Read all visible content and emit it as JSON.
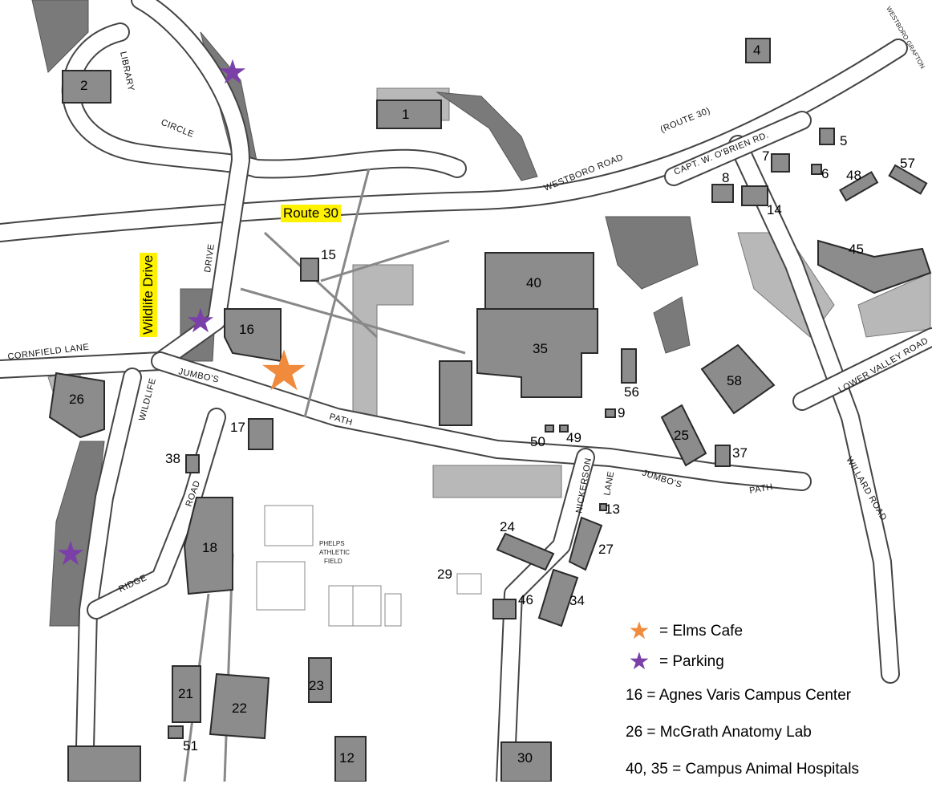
{
  "highlights": {
    "route_30": "Route 30",
    "wildlife_drive": "Wildlife Drive"
  },
  "road_labels": {
    "library": "LIBRARY",
    "circle": "CIRCLE",
    "westboro_road": "WESTBORO ROAD",
    "route_30_paren": "(ROUTE 30)",
    "obrien": "CAPT. W. O'BRIEN RD.",
    "westboro_grafton": "WESTBORO GRAFTON",
    "drive": "DRIVE",
    "cornfield_lane": "CORNFIELD LANE",
    "jumbos_1": "JUMBO'S",
    "path_1": "PATH",
    "wildlife": "WILDLIFE",
    "road_1": "ROAD",
    "ridge": "RIDGE",
    "nickerson": "NICKERSON",
    "lane": "LANE",
    "jumbos_2": "JUMBO'S",
    "path_2": "PATH",
    "willard_road": "WILLARD ROAD",
    "lower_valley_road": "LOWER VALLEY ROAD",
    "phelps_field": "PHELPS",
    "athletic": "ATHLETIC",
    "field": "FIELD"
  },
  "buildings": {
    "b1": "1",
    "b2": "2",
    "b4": "4",
    "b5": "5",
    "b6": "6",
    "b7": "7",
    "b8": "8",
    "b9": "9",
    "b12": "12",
    "b13": "13",
    "b14": "14",
    "b15": "15",
    "b16": "16",
    "b17": "17",
    "b18": "18",
    "b21": "21",
    "b22": "22",
    "b23": "23",
    "b24": "24",
    "b25": "25",
    "b26": "26",
    "b27": "27",
    "b29": "29",
    "b30": "30",
    "b34": "34",
    "b35": "35",
    "b37": "37",
    "b38": "38",
    "b40": "40",
    "b45": "45",
    "b46": "46",
    "b48": "48",
    "b49": "49",
    "b50": "50",
    "b51": "51",
    "b56": "56",
    "b57": "57",
    "b58": "58"
  },
  "legend": {
    "elms_cafe": "= Elms Cafe",
    "parking": "= Parking",
    "item_16": "16 = Agnes Varis Campus Center",
    "item_26": "26 = McGrath Anatomy Lab",
    "item_40_35": "40, 35 = Campus Animal Hospitals"
  },
  "colors": {
    "elms_cafe_star": "#f08a3c",
    "parking_star": "#7b3fa8",
    "highlight": "#fff200",
    "building": "#8c8c8c"
  },
  "icons": {
    "elms_cafe": "orange-star-icon",
    "parking": "purple-star-icon"
  }
}
